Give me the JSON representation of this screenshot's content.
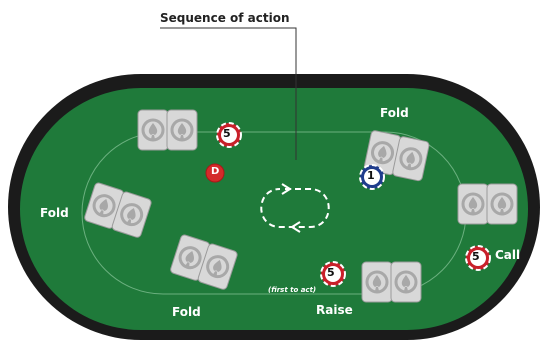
{
  "title": "Sequence of action",
  "colors": {
    "felt": "#1f7a3a",
    "rail": "#1a1a1a",
    "card": "#d4d4d4",
    "chip_red": "#c8202a",
    "chip_blue": "#1f3c8c",
    "dealer": "#d42a2a"
  },
  "dealer_button": "D",
  "first_to_act_note": "(first to act)",
  "seats": [
    {
      "id": "top-left",
      "action": "",
      "chip": "5",
      "dealer": true
    },
    {
      "id": "top-right",
      "action": "Fold",
      "chip": "1"
    },
    {
      "id": "left",
      "action": "Fold",
      "chip": ""
    },
    {
      "id": "bottom-left",
      "action": "Fold",
      "chip": ""
    },
    {
      "id": "bottom-right",
      "action": "Raise",
      "chip": "5"
    },
    {
      "id": "right",
      "action": "Call",
      "chip": "5"
    }
  ]
}
